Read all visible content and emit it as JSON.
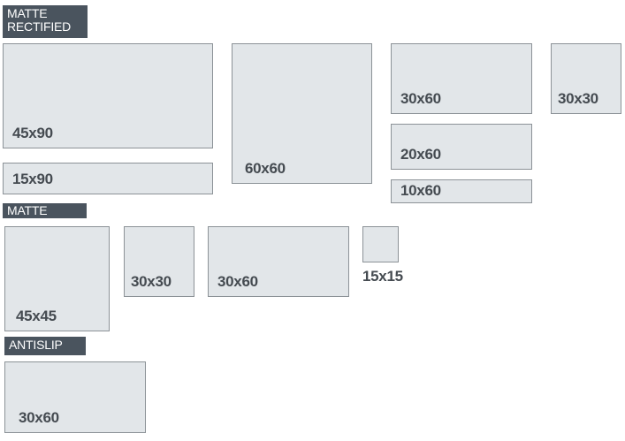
{
  "sections": {
    "matte_rectified": {
      "line1": "MATTE",
      "line2": "RECTIFIED"
    },
    "matte": {
      "title": "MATTE"
    },
    "antislip": {
      "title": "ANTISLIP"
    }
  },
  "tiles": {
    "mr_45x90": "45x90",
    "mr_15x90": "15x90",
    "mr_60x60": "60x60",
    "mr_30x60": "30x60",
    "mr_20x60": "20x60",
    "mr_10x60": "10x60",
    "mr_30x30": "30x30",
    "m_45x45": "45x45",
    "m_30x30": "30x30",
    "m_30x60": "30x60",
    "m_15x15": "15x15",
    "a_30x60": "30x60"
  },
  "colors": {
    "header_bg": "#4a545e",
    "tile_fill": "#e2e6e9",
    "tile_border": "#8c9297",
    "label": "#454b51"
  }
}
